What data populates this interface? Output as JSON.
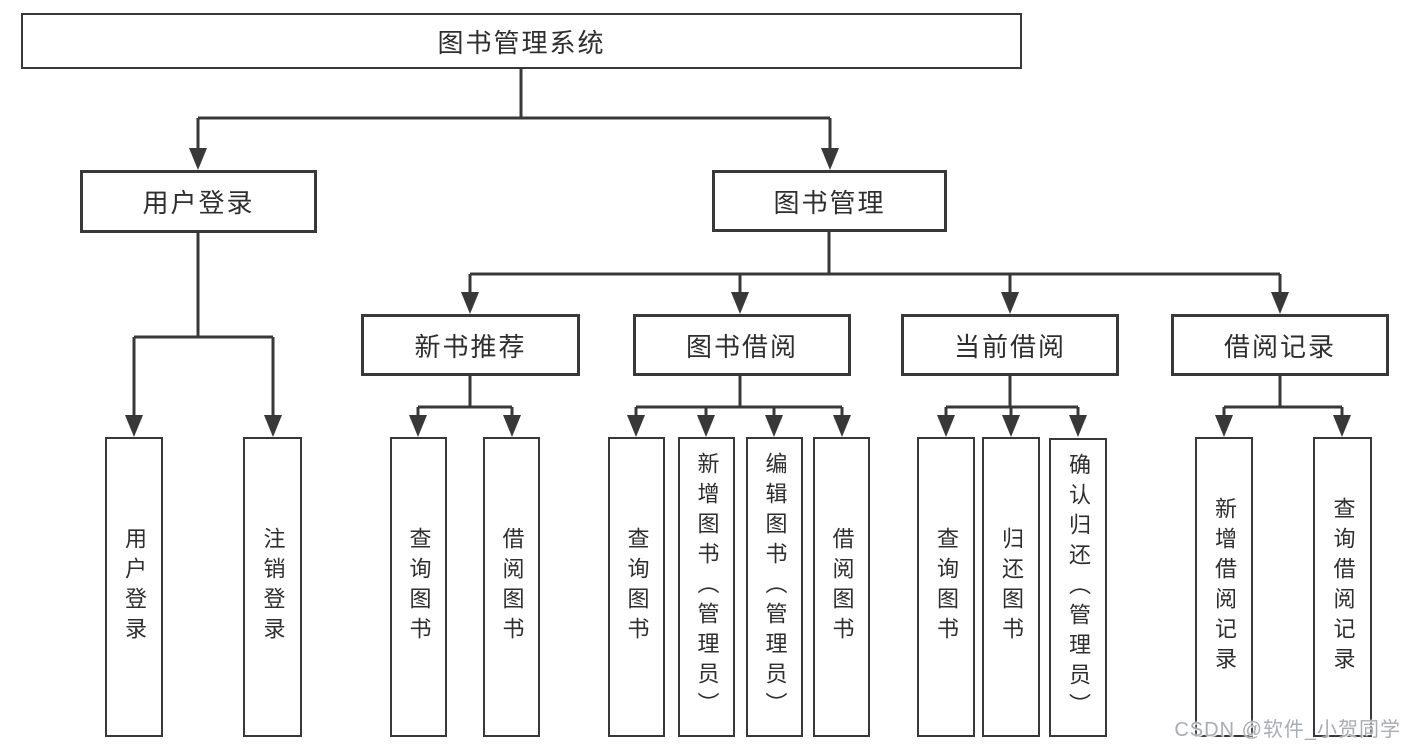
{
  "tree": {
    "label": "图书管理系统",
    "children": [
      {
        "label": "用户登录",
        "children": [
          {
            "label": "用户登录"
          },
          {
            "label": "注销登录"
          }
        ]
      },
      {
        "label": "图书管理",
        "children": [
          {
            "label": "新书推荐",
            "children": [
              {
                "label": "查询图书"
              },
              {
                "label": "借阅图书"
              }
            ]
          },
          {
            "label": "图书借阅",
            "children": [
              {
                "label": "查询图书"
              },
              {
                "label": "新增图书（管理员）"
              },
              {
                "label": "编辑图书（管理员）"
              },
              {
                "label": "借阅图书"
              }
            ]
          },
          {
            "label": "当前借阅",
            "children": [
              {
                "label": "查询图书"
              },
              {
                "label": "归还图书"
              },
              {
                "label": "确认归还（管理员）"
              }
            ]
          },
          {
            "label": "借阅记录",
            "children": [
              {
                "label": "新增借阅记录"
              },
              {
                "label": "查询借阅记录"
              }
            ]
          }
        ]
      }
    ]
  },
  "watermark": "CSDN @软件_小贺同学",
  "colors": {
    "line": "#383838",
    "box_border": "#383838",
    "box_fill": "#ffffff",
    "text": "#2e2e2e",
    "watermark": "#a9acb0",
    "background": "#ffffff"
  }
}
